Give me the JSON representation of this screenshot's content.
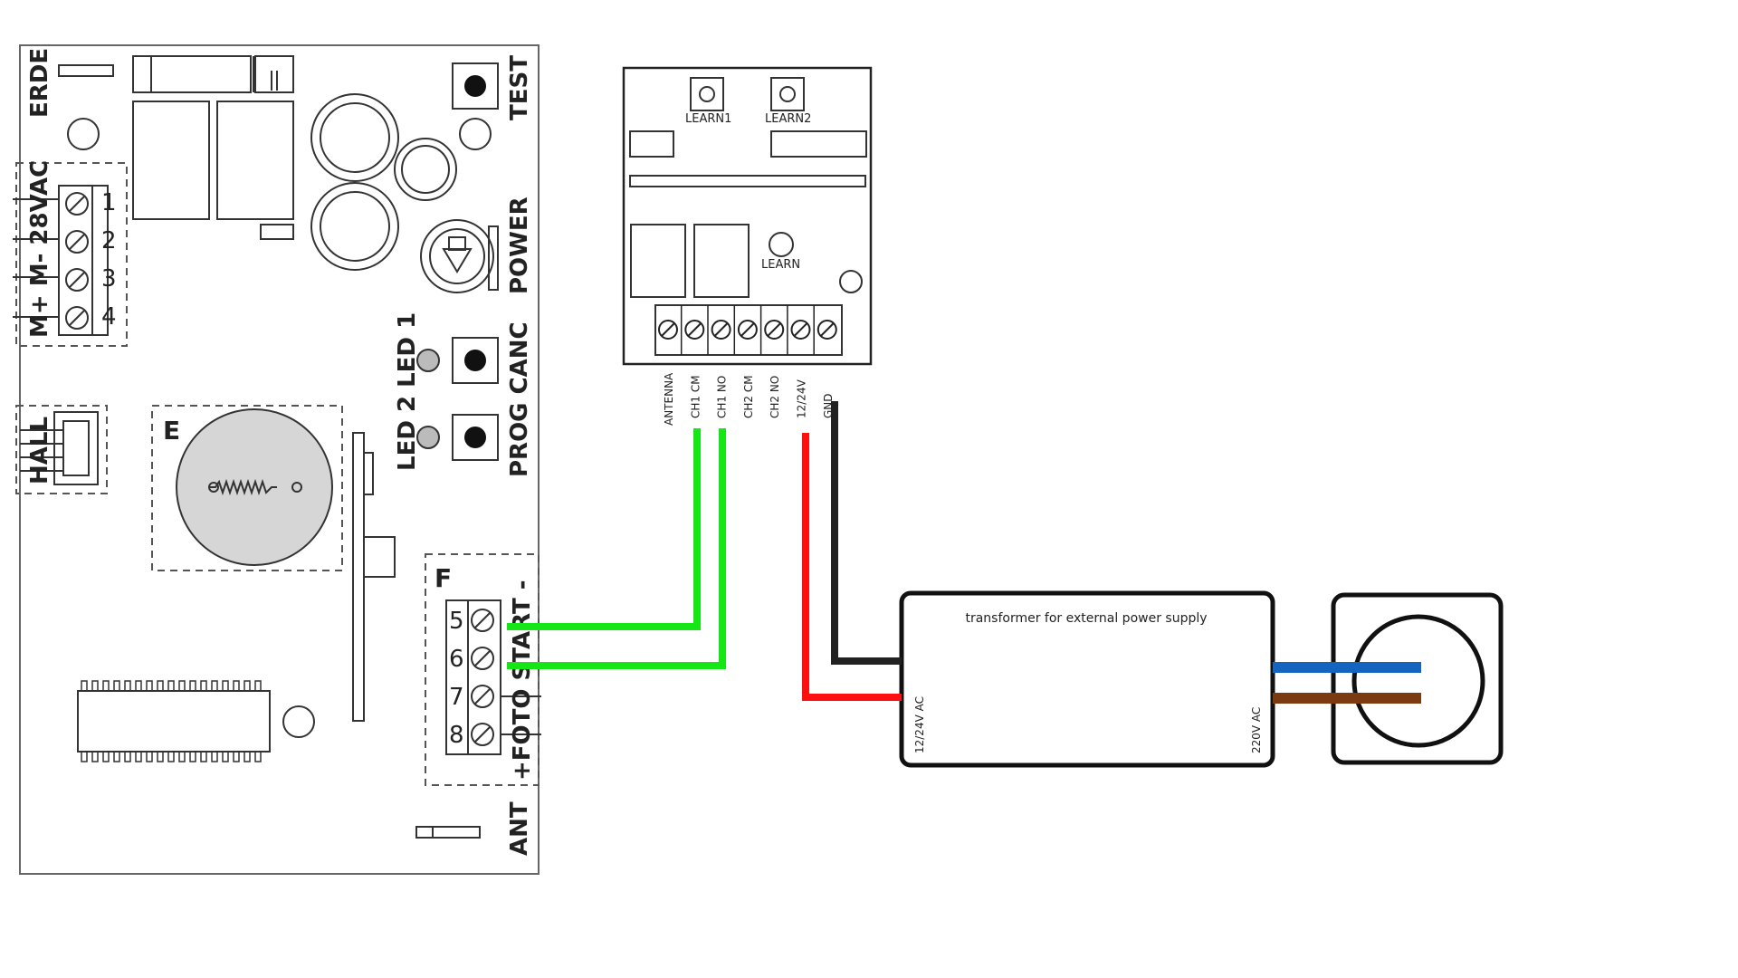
{
  "controller_board": {
    "labels": {
      "erde": "ERDE",
      "test": "TEST",
      "power_supply": "M+ M- 28VAC",
      "power": "POWER",
      "prog_canc": "PROG CANC",
      "leds": "LED 2 LED 1",
      "hall": "HALL",
      "section_e": "E",
      "section_f": "F",
      "start_foto": "+FOTO START -",
      "ant": "ANT"
    },
    "terminals_left": [
      "1",
      "2",
      "3",
      "4"
    ],
    "terminals_right": [
      "5",
      "6",
      "7",
      "8"
    ]
  },
  "receiver": {
    "learn1": "LEARN1",
    "learn2": "LEARN2",
    "learn": "LEARN",
    "terminals": [
      "ANTENNA",
      "CH1 CM",
      "CH1 NO",
      "CH2 CM",
      "CH2 NO",
      "12/24V",
      "GND"
    ]
  },
  "transformer": {
    "title": "transformer for external power supply",
    "left_label": "12/24V AC",
    "right_label": "220V AC"
  },
  "wires": {
    "signal_color": "#15e615",
    "positive_color": "#ff1010",
    "ground_color": "#222222",
    "neutral_color": "#1565c0",
    "live_color": "#7b3a10"
  }
}
